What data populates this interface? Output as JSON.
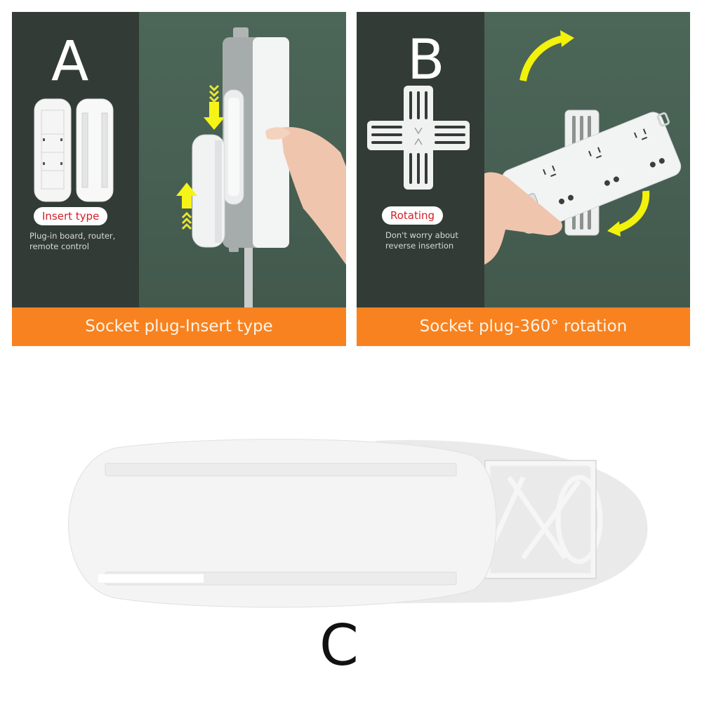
{
  "panels": [
    {
      "letter": "A",
      "tag": "Insert type",
      "description_lines": [
        "Plug-in board, router,",
        "remote control"
      ],
      "banner": "Socket plug-Insert type",
      "illustration": "hand-inserting-power-strip-into-wall-mounted-holder"
    },
    {
      "letter": "B",
      "tag": "Rotating",
      "description_lines": [
        "Don't worry about",
        "reverse insertion"
      ],
      "banner": "Socket plug-360° rotation",
      "illustration": "hand-rotating-power-strip-on-cross-bracket"
    }
  ],
  "product": {
    "letter": "C",
    "illustration": "white-oval-socket-holder-product-photo"
  },
  "colors": {
    "panel_dark": "#323b36",
    "panel_green": "#4c6658",
    "banner_orange": "#f7821f",
    "tag_red": "#d21f26",
    "arrow_yellow": "#f2f20a"
  }
}
